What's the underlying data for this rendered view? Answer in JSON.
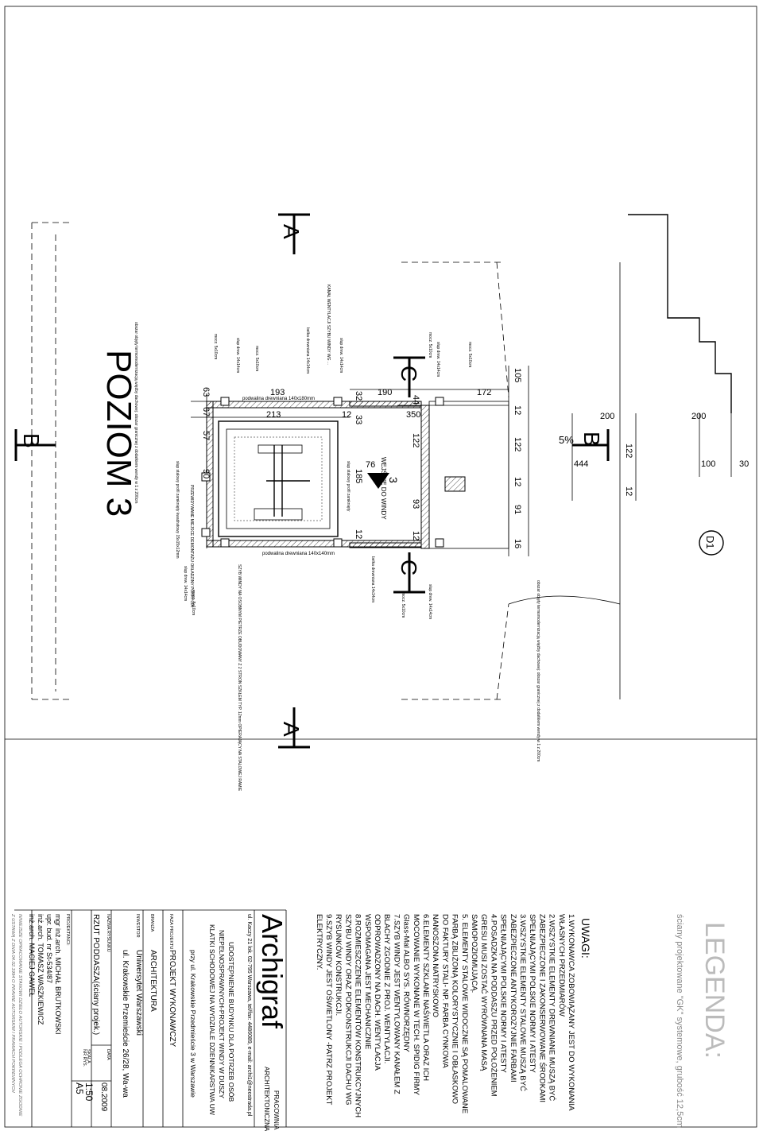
{
  "sheet": {
    "level_title": "POZIOM 3",
    "section_marks": {
      "a": "A",
      "b": "B",
      "c": "C"
    },
    "door_mark": "D1",
    "slope": "5%",
    "elevator_entry_number": "3",
    "elevator_entry_label": "WEJŚCIE DO WINDY",
    "dimensions": {
      "top_row": [
        "105",
        "12",
        "122",
        "12",
        "91",
        "16"
      ],
      "right_row": [
        "200",
        "200"
      ],
      "right_row2": [
        "100",
        "30"
      ],
      "mid_row": [
        "444",
        "122",
        "12"
      ],
      "shaft_row": [
        "172",
        "350"
      ],
      "shaft_inner": [
        "190",
        "44",
        "122",
        "93",
        "12"
      ],
      "left_row": [
        "193",
        "213"
      ],
      "left_small": [
        "63",
        "67",
        "57",
        "90"
      ],
      "inner_small": [
        "32",
        "33",
        "12",
        "76",
        "185",
        "12",
        "12"
      ]
    },
    "labels": {
      "sill_top": "podwalina drewniana 140x180mm",
      "sill_bottom": "podwalina drewniana 140x140mm",
      "beam_top": "belka drewniana 14x14cm",
      "beam_bottom": "belka drewniana 14x14cm",
      "wood_post_1": "słup drew. 14x14cm",
      "wood_post_2": "słup drew. 14x14cm",
      "wood_post_3": "słup drew. 14x14cm",
      "wood_post_4": "słup drew. 14x14cm",
      "wood_post_5": "słup drew. 14x14cm",
      "fix_1": "mocz. 5x10cm",
      "fix_2": "mocz. 5x10cm",
      "fix_3": "mocz. 5x10cm",
      "fix_4": "mocz. 5x10cm",
      "fix_5": "mocz. 5x10cm",
      "fix_6": "mocz. 5x10cm",
      "vent_channel": "KANAŁ WENTYLACJI SZYBU WINDY WG ...",
      "shaft_note": "SZYB WINDY NA OSOBNYM PIETRZE OBUDOWANY Z 2 STRON SZKŁEM TYP. 12mm OPIERAJĄCY NA STALOWEJ RAMIE",
      "steel_profile": "słup stalowy profil zamknięty",
      "steel_profile_2": "słup stalowy profil zamknięty kwadratowy 15x15x12mm",
      "roof_note": "obszar objęty termomodernizacją więźby dachowej: obszar granicznej z dodatkiem wendy w 1 z 200cm",
      "roof_note_left": "obszar objęty termomodernizacją więźby dachowej: obszar granicznej z dodatkiem wendy w 1 z 200cm",
      "ramp_note": "PRZEWIDYWANE MIEJSCE DEMONTAŻU OKŁADZINY POKRYCIA"
    }
  },
  "legend": {
    "title": "LEGENDA:",
    "item": "ściany projektowane \"GK\" systemowe, grubość 12,5cm"
  },
  "notes": {
    "title": "UWAGI:",
    "lines": [
      "1.WYKONAWCA ZOBOWIĄZANY JEST DO WYKONANIA",
      "WŁASNYCH PRZEDMIARÓW",
      "2.WSZYSTKIE ELEMENTY DREWNIANE MUSZĄ BYĆ",
      "ZABEZPIECZONE I ZAKONSERWOWANE ŚRODKAMI",
      "SPEŁNIAJĄCYMI POLSKIE NORMY I ATESTY",
      "3.WSZYSTKIE ELEMENTY STALOWE MUSZĄ BYĆ",
      "ZABEZPIECZONE ANTYKOROZYJNIE FARBAMI",
      "SPEŁNIAJĄCYMI POLSKIE NORMY I ATESTY",
      "4.POSADZKA NA PODDASZU PRZED POŁOŻENIEM",
      "GRESU MUSI ZOSTAĆ WYRÓWNANA MASĄ",
      "SAMOPOZIOMUJĄCĄ.",
      "5. ELEMENTY STALOWE WIDOCZNE SĄ POMALOWANE",
      "FARBĄ ZBLIŻONĄ KOLORYSTYCZNIE I OBŁASKOWO",
      "DO FAKTURY STALI- NP. FARBA CYNKOWA",
      "NANOSZONA NATRYSKOWO",
      "6.ELEMENTY SZKLANE NAŚWIETLA ORAZ ICH",
      "MOCOWANIE WYKONANE W TECH. SPIDIG FIRMY",
      "Glass-Mal ALBO SYS. RÓWNORZĘDNY",
      "7.SZYB WINDY JEST WENTYLOWANY KANAŁEM Z",
      "BLACHY ZGODNIE Z PROJ. WENTYLACJI.",
      "ODPROWADZONY NA DACH. WENTYLACJA",
      "WSPOMAGANA JEST MECHANICZNIE",
      "8.ROZMIESZCZENIE ELEMENTÓW KONSTRUKCYJNYCH",
      "SZYBU WINDY ORAZ PODKONSTRUKCJI DACHU WG",
      "RYSUNKÓW KONSTRUKCJI.",
      "9.SZYB WINDY JEST OŚWIETLONY -PATRZ PROJEKT",
      "ELEKTRYCZNY."
    ]
  },
  "title_block": {
    "studio_small": "PRACOWNIA",
    "studio_small2": "ARCHITEKTONICZNA",
    "studio_name": "Archigraf",
    "address": "ul. Kaczy 21 lok. 02-795 Warszawa, tel/fax: 4486089, e-mail: archi1@neostrada.pl",
    "project_desc": [
      "UDOSTĘPNIENIE BUDYNKU DLA POTRZEB OSÓB",
      "NIEPEŁNOSPRAWNYCH-PROJEKT WINDY W DUSZY",
      "KLATKI SCHODOWEJ NA WYDZIALE DZIENNIKARSTWA UW",
      "przy ul. Krakowskie Przedmieście 3 w Warszawie"
    ],
    "phase_label": "FAZA PROJEKTU",
    "phase_value": "PROJEKT WYKONAWCZY",
    "branch_label": "BRANŻA",
    "branch_value": "ARCHITEKTURA",
    "investor_label": "INWESTOR",
    "investor_value": "Uniwersytet Warszawski",
    "investor_addr": "ul. Krakowskie Przemieście 26/28, Wa-wa",
    "drawing_label": "NAZWA RYSUNKU",
    "date_label": "DATA",
    "date_value": "08.2009",
    "drawing_name": "RZUT PODDASZA(ściany projek.)",
    "scale_label": "SKALA",
    "scale_value": "1:50",
    "sheet_no_label": "NR RYS.",
    "sheet_no_value": "A5",
    "designers_label": "PROJEKTANCI:",
    "designers": [
      "mgr inż.arch. MICHAŁ BRUTKOWSKI",
      "upr. bud. nr St-534/87",
      "inż.arch. TOMASZ WASZKIEWICZ",
      "inż.arch. MACIEJ GAWEŁ"
    ],
    "copyright": [
      "NINIEJSZE OPRACOWANIE STANOWI DZIEŁO AUTORSKIE I PODLEGA OCHRONIE ZGODNIE",
      "Z USTAWĄ Z DNIA 04.02.1994 O PRAWIE AUTORSKIM I PRAWACH POKREWNYCH"
    ]
  }
}
